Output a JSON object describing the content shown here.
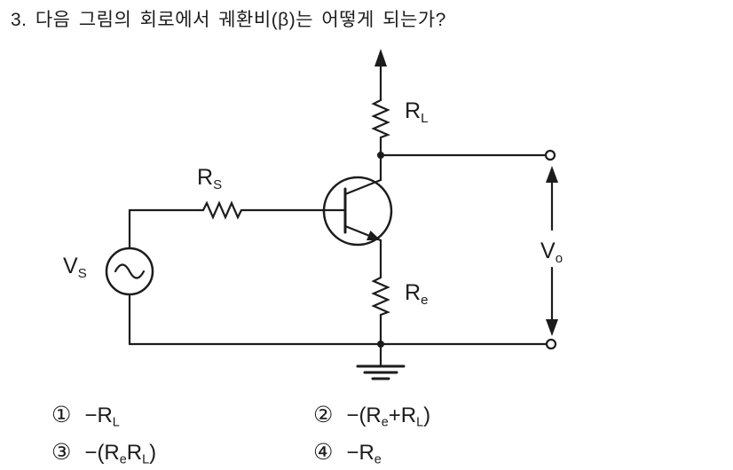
{
  "question": "3. 다음 그림의 회로에서 궤환비(β)는 어떻게 되는가?",
  "circuit": {
    "labels": {
      "rl": {
        "base": "R",
        "sub": "L"
      },
      "rs": {
        "base": "R",
        "sub": "S"
      },
      "re": {
        "base": "R",
        "sub": "e"
      },
      "vs": {
        "base": "V",
        "sub": "S"
      },
      "vo": {
        "base": "V",
        "sub": "o"
      }
    },
    "symbols": [
      "ac-source",
      "resistor",
      "npn-transistor",
      "ground",
      "open-terminal",
      "supply-arrow",
      "output-arrows"
    ],
    "colors": {
      "ink": "#1c1c1c",
      "paper": "#ffffff"
    }
  },
  "choices": [
    {
      "number": "①",
      "parts": [
        {
          "t": "−R"
        },
        {
          "t": "L",
          "sub": true
        }
      ]
    },
    {
      "number": "②",
      "parts": [
        {
          "t": "−(R"
        },
        {
          "t": "e",
          "sub": true
        },
        {
          "t": "+R"
        },
        {
          "t": "L",
          "sub": true
        },
        {
          "t": ")"
        }
      ]
    },
    {
      "number": "③",
      "parts": [
        {
          "t": "−(R"
        },
        {
          "t": "e",
          "sub": true
        },
        {
          "t": "R"
        },
        {
          "t": "L",
          "sub": true
        },
        {
          "t": ")"
        }
      ]
    },
    {
      "number": "④",
      "parts": [
        {
          "t": "−R"
        },
        {
          "t": "e",
          "sub": true
        }
      ]
    }
  ]
}
